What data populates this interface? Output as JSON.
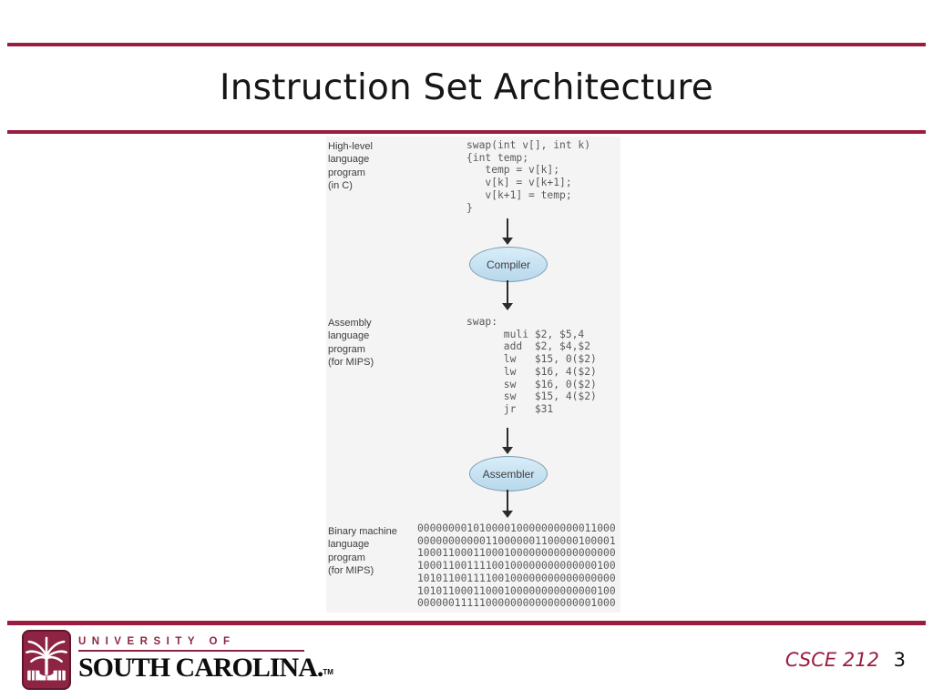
{
  "slide": {
    "title": "Instruction Set Architecture"
  },
  "figure": {
    "stages": [
      {
        "label": "High-level\nlanguage\nprogram\n(in C)",
        "code": "swap(int v[], int k)\n{int temp;\n   temp = v[k];\n   v[k] = v[k+1];\n   v[k+1] = temp;\n}"
      },
      {
        "label": "Assembly\nlanguage\nprogram\n(for MIPS)",
        "code": "swap:\n      muli $2, $5,4\n      add  $2, $4,$2\n      lw   $15, 0($2)\n      lw   $16, 4($2)\n      sw   $16, 0($2)\n      sw   $15, 4($2)\n      jr   $31"
      },
      {
        "label": "Binary machine\nlanguage\nprogram\n(for MIPS)",
        "code": "00000000101000010000000000011000\n00000000000110000001100000100001\n10001100011000100000000000000000\n10001100111100100000000000000100\n10101100111100100000000000000000\n10101100011000100000000000000100\n00000011111000000000000000001000"
      }
    ],
    "processors": [
      {
        "name": "Compiler"
      },
      {
        "name": "Assembler"
      }
    ]
  },
  "footer": {
    "university_top": "UNIVERSITY OF",
    "university_name": "SOUTH CAROLINA.",
    "trademark": "TM",
    "course": "CSCE 212",
    "page": "3"
  },
  "colors": {
    "garnet": "#9c1c40",
    "logo_garnet": "#8e2443",
    "ellipse_fill": "#c5e3f5",
    "ellipse_border": "#7e9cb0",
    "figure_background": "#f4f4f4"
  },
  "icons": {
    "palmetto_tree": "palmetto-tree-icon",
    "arrows": "arrow-down-icon"
  }
}
